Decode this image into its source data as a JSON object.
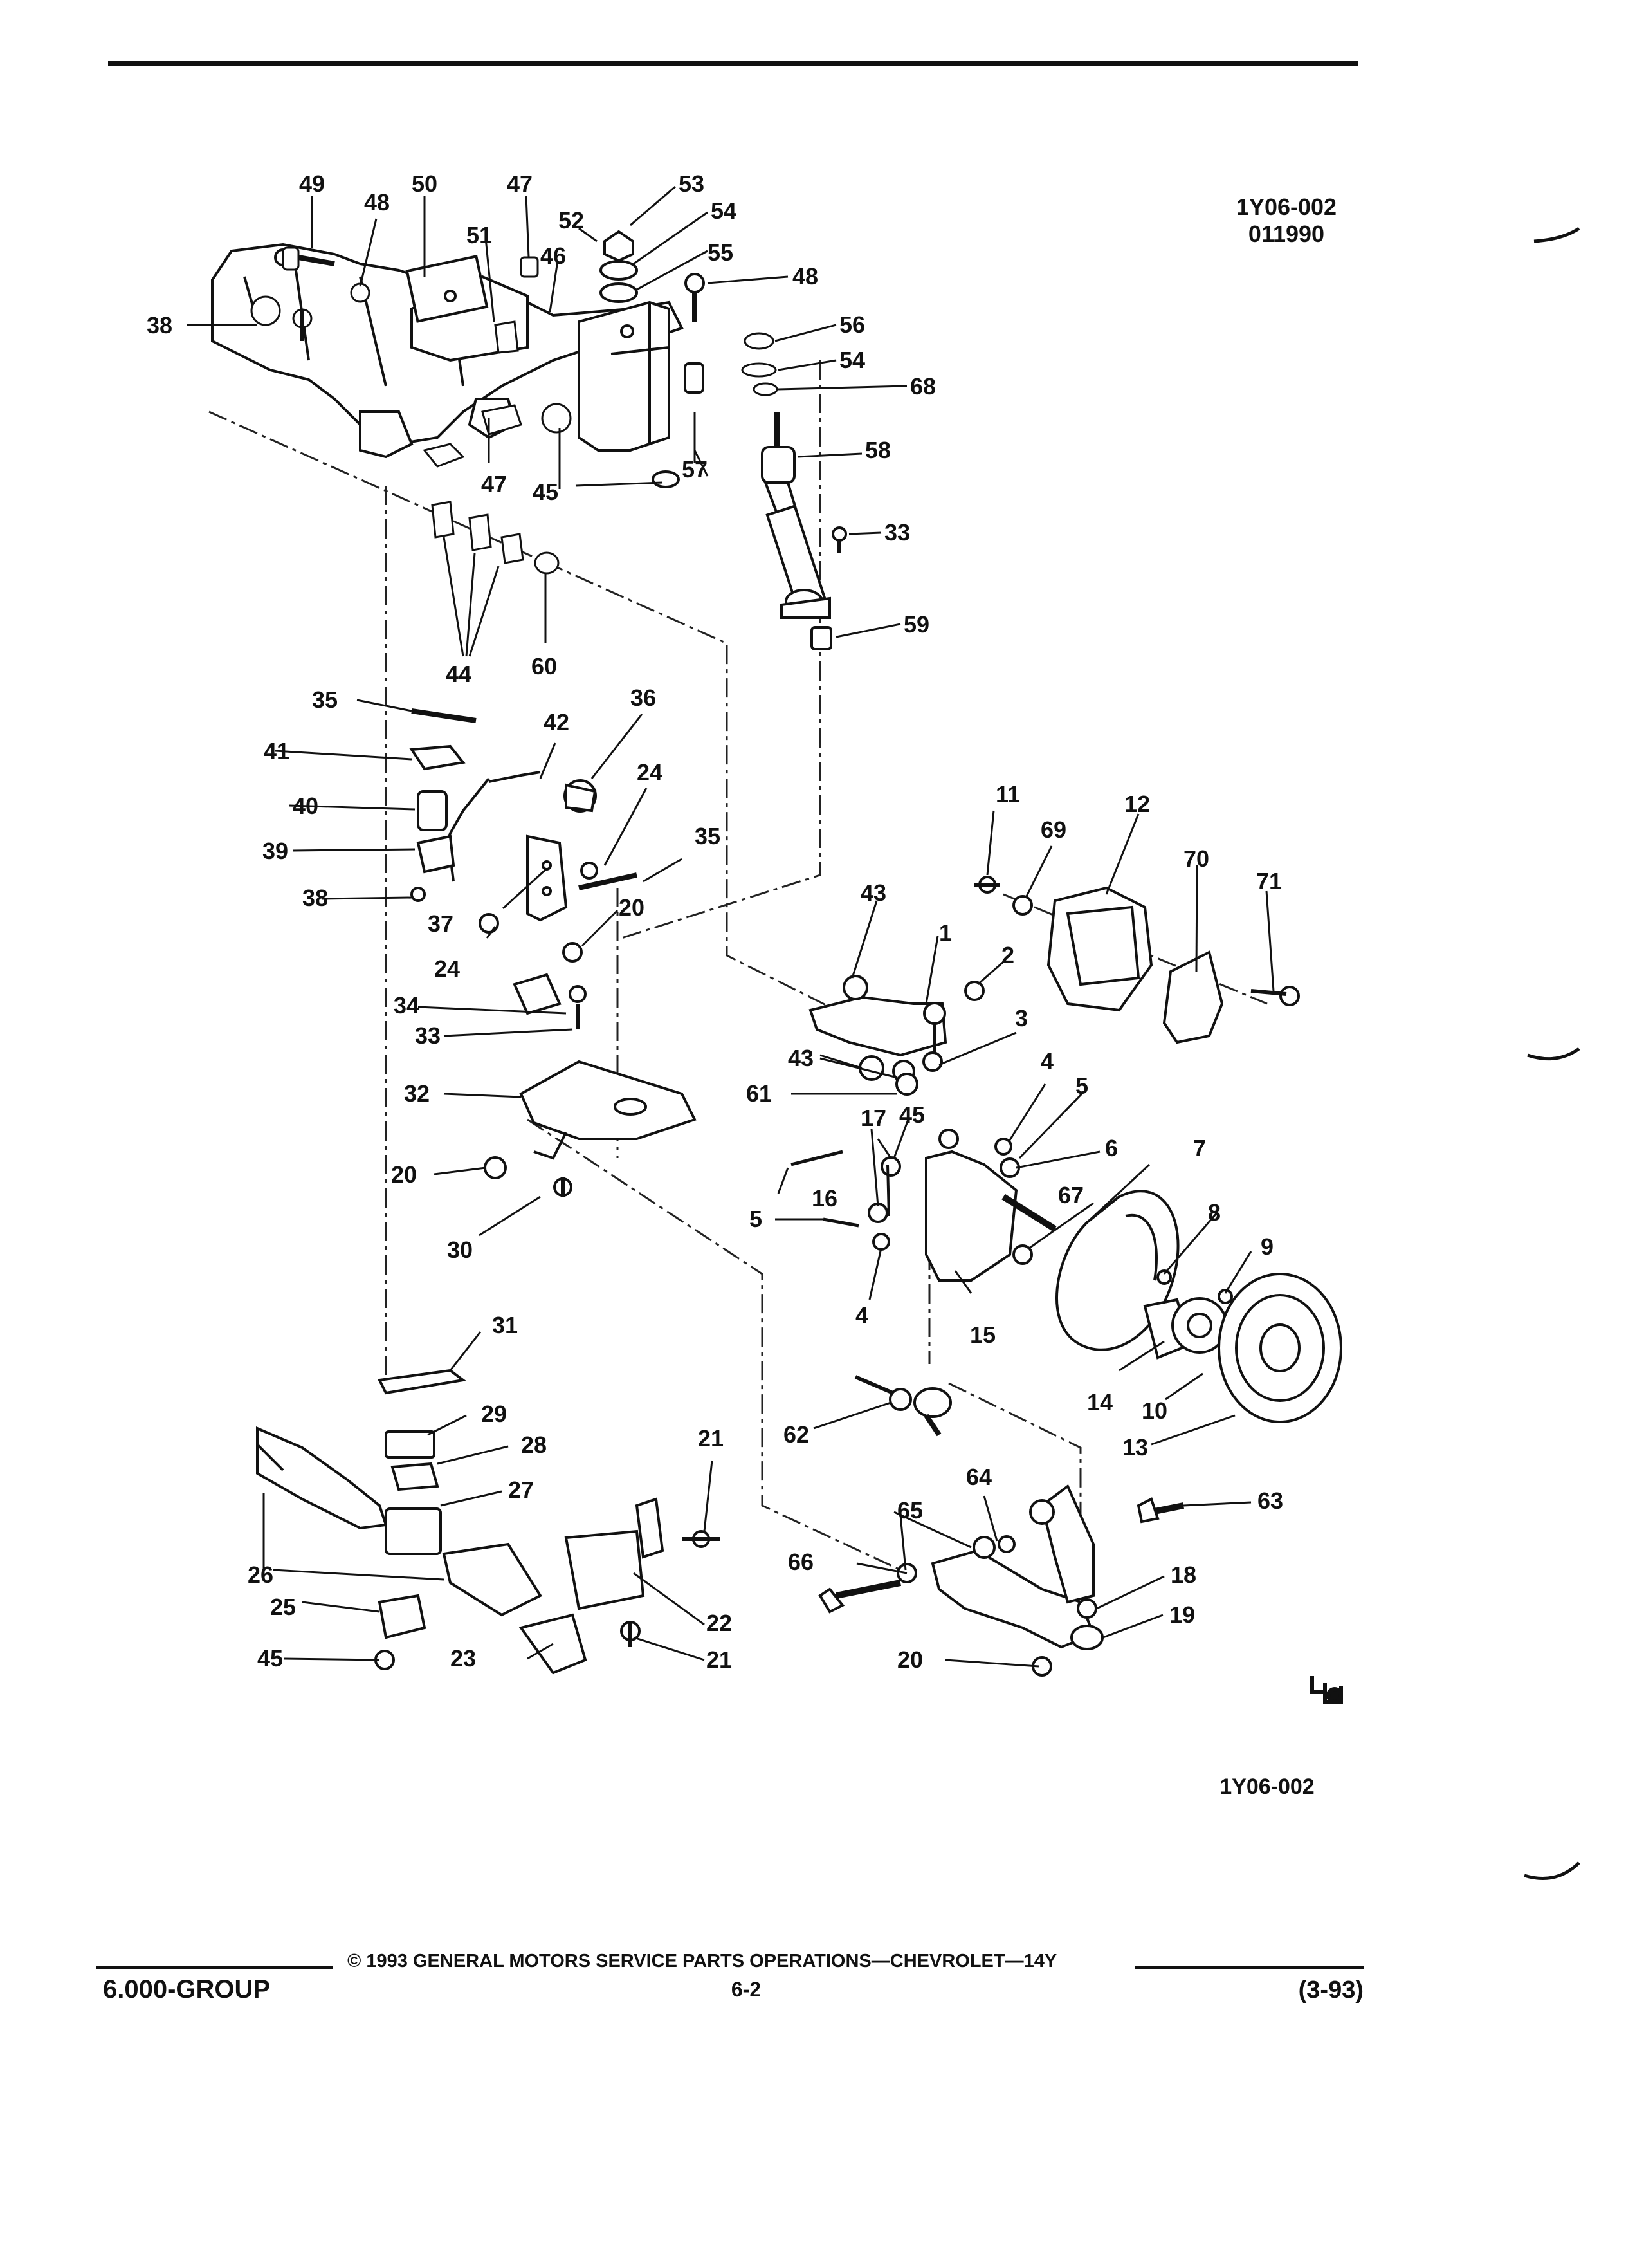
{
  "diagram": {
    "figure_id_top": "1Y06-002",
    "figure_date": "011990",
    "figure_id_bottom": "1Y06-002",
    "logo_glyph": "GM service parts logo",
    "callouts": {
      "c1": "1",
      "c2": "2",
      "c3": "3",
      "c4a": "4",
      "c4b": "4",
      "c5a": "5",
      "c5b": "5",
      "c6": "6",
      "c7": "7",
      "c8": "8",
      "c9": "9",
      "c10": "10",
      "c11": "11",
      "c12": "12",
      "c13": "13",
      "c14": "14",
      "c15": "15",
      "c16": "16",
      "c17": "17",
      "c18": "18",
      "c19": "19",
      "c20a": "20",
      "c20b": "20",
      "c20c": "20",
      "c21a": "21",
      "c21b": "21",
      "c22": "22",
      "c23": "23",
      "c24a": "24",
      "c24b": "24",
      "c25": "25",
      "c26": "26",
      "c27": "27",
      "c28": "28",
      "c29": "29",
      "c30": "30",
      "c31": "31",
      "c32": "32",
      "c33a": "33",
      "c33b": "33",
      "c34": "34",
      "c35a": "35",
      "c35b": "35",
      "c36": "36",
      "c37": "37",
      "c38a": "38",
      "c38b": "38",
      "c39": "39",
      "c40": "40",
      "c41": "41",
      "c42": "42",
      "c43a": "43",
      "c43b": "43",
      "c44": "44",
      "c45a": "45",
      "c45b": "45",
      "c45c": "45",
      "c46": "46",
      "c47a": "47",
      "c47b": "47",
      "c48a": "48",
      "c48b": "48",
      "c49": "49",
      "c50": "50",
      "c51": "51",
      "c52": "52",
      "c53": "53",
      "c54a": "54",
      "c54b": "54",
      "c55": "55",
      "c56": "56",
      "c57": "57",
      "c58": "58",
      "c59": "59",
      "c60": "60",
      "c61": "61",
      "c62": "62",
      "c63": "63",
      "c64": "64",
      "c65": "65",
      "c66": "66",
      "c67": "67",
      "c68": "68",
      "c69": "69",
      "c70": "70",
      "c71": "71"
    }
  },
  "footer": {
    "copyright": "© 1993 GENERAL MOTORS SERVICE PARTS OPERATIONS—CHEVROLET—14Y",
    "group": "6.000-GROUP",
    "page": "6-2",
    "revision": "(3-93)"
  }
}
